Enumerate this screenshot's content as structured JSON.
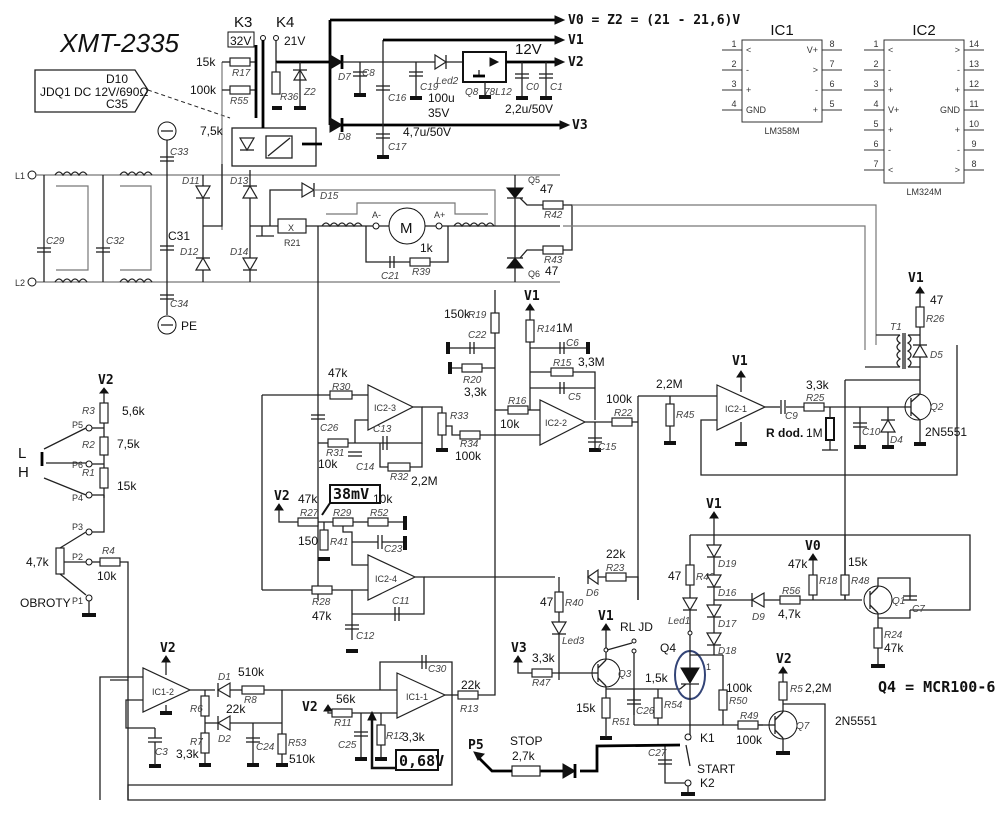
{
  "title": "XMT-2335",
  "relay_callout": {
    "line1": "D10",
    "line2": "JDQ1 DC 12V/690Ω",
    "line3": "C35"
  },
  "rails": {
    "v0": "V0 = Z2 = (21 - 21,6)V",
    "v1": "V1",
    "v2": "V2",
    "v3": "V3",
    "v0_short": "V0",
    "v12": "12V"
  },
  "jumpers": {
    "k3": "K3",
    "k4": "K4",
    "k3_volt": "32V",
    "k4_volt": "21V"
  },
  "ic_pinouts": [
    {
      "name": "IC1",
      "part": "LM358M",
      "left_pins": [
        "1",
        "2",
        "3",
        "4"
      ],
      "left_marks": [
        "<",
        "-",
        "+",
        "GND"
      ],
      "right_pins": [
        "8",
        "7",
        "6",
        "5"
      ],
      "right_marks": [
        "V+",
        ">",
        "-",
        "+"
      ],
      "units": [
        "1",
        "2"
      ]
    },
    {
      "name": "IC2",
      "part": "LM324M",
      "left_pins": [
        "1",
        "2",
        "3",
        "4",
        "5",
        "6",
        "7"
      ],
      "left_marks": [
        "<",
        "-",
        "+",
        "V+",
        "+",
        "-",
        "<"
      ],
      "right_pins": [
        "14",
        "13",
        "12",
        "11",
        "10",
        "9",
        "8"
      ],
      "right_marks": [
        ">",
        "-",
        "+",
        "GND",
        "+",
        "-",
        ">"
      ],
      "units": [
        "1",
        "4",
        "2",
        "3"
      ]
    }
  ],
  "power_section": {
    "labels": {
      "r17": "R17",
      "r17v": "15k",
      "r55": "R55",
      "r55v": "100k",
      "r36": "R36",
      "r36v": "7,5k",
      "z2": "Z2",
      "d7": "D7",
      "d8": "D8",
      "c8": "C8",
      "c16": "C16",
      "c17": "C17",
      "c17v": "4,7u/50V",
      "c19": "C19",
      "c19v1": "100u",
      "c19v2": "35V",
      "led2": "Led2",
      "q8": "Q8",
      "reg": "78L12",
      "c0": "C0",
      "c1": "C1",
      "c0v": "2,2u/50V"
    }
  },
  "mains_section": {
    "labels": {
      "l1": "L1",
      "l2": "L2",
      "pe": "PE",
      "c29": "C29",
      "c32": "C32",
      "c31": "C31",
      "c33": "C33",
      "c34": "C34",
      "d11": "D11",
      "d12": "D12",
      "d13": "D13",
      "d14": "D14",
      "d15": "D15",
      "r21": "R21",
      "r21x": "X",
      "motor": "M",
      "a_minus": "A-",
      "a_plus": "A+",
      "c21": "C21",
      "r39": "R39",
      "r39v": "1k",
      "q5": "Q5",
      "q6": "Q6",
      "r42": "R42",
      "r43": "R43",
      "r42v": "47",
      "r43v": "47"
    }
  },
  "speed_section": {
    "labels": {
      "r3": "R3",
      "r3v": "5,6k",
      "r2": "R2",
      "r2v": "7,5k",
      "r1": "R1",
      "r1v": "15k",
      "p1": "P1",
      "p2": "P2",
      "p3": "P3",
      "p4": "P4",
      "p5": "P5",
      "p6": "P6",
      "l": "L",
      "h": "H",
      "pot": "4,7k",
      "r4": "R4",
      "r4v": "10k",
      "obroty": "OBROTY"
    }
  },
  "amp_section": {
    "labels": {
      "r30": "R30",
      "r30v": "47k",
      "c26a": "C26",
      "r31": "R31",
      "r31v": "10k",
      "c14": "C14",
      "c13": "C13",
      "r32": "R32",
      "r32v": "2,2M",
      "ic23": "IC2-3",
      "r33": "R33",
      "r34": "R34",
      "r34v": "100k",
      "r19": "R19",
      "r19v": "150k",
      "c22": "C22",
      "r20": "R20",
      "r20v": "3,3k",
      "r16": "R16",
      "r16v": "10k",
      "r14": "R14",
      "r14v": "1M",
      "c6": "C6",
      "r15": "R15",
      "r15v": "3,3M",
      "c5": "C5",
      "ic22": "IC2-2",
      "c15": "C15",
      "r22": "R22",
      "r22v": "100k",
      "r45": "R45",
      "r45v": "2,2M",
      "ic21": "IC2-1",
      "c9": "C9",
      "r25": "R25",
      "r25v": "3,3k",
      "rdod": "R dod.",
      "rdodv": "1M",
      "c10": "C10",
      "d4": "D4",
      "q2": "Q2",
      "q2p": "2N5551",
      "t1": "T1",
      "r26": "R26",
      "r26v": "47",
      "d5": "D5"
    }
  },
  "ref_section": {
    "labels": {
      "r27": "R27",
      "r27v": "47k",
      "r29": "R29",
      "r52": "R52",
      "r52v": "10k",
      "r41": "R41",
      "r41v": "150",
      "c23": "C23",
      "ic24": "IC2-4",
      "r28": "R28",
      "r28v": "47k",
      "c11": "C11",
      "c12": "C12",
      "note": "38mV"
    }
  },
  "protect_section": {
    "labels": {
      "r23": "R23",
      "r23v": "22k",
      "d6": "D6",
      "r40": "R40",
      "r40v": "47",
      "led3": "Led3",
      "r47": "R47",
      "r47v": "3,3k",
      "q3": "Q3",
      "rljd": "RL JD",
      "r51": "R51",
      "r51v": "15k",
      "c26": "C26",
      "r54": "R54",
      "r54v": "1,5k",
      "q4": "Q4",
      "r46": "R46",
      "r46v": "47",
      "led1": "Led1",
      "d19": "D19",
      "d16": "D16",
      "d17": "D17",
      "d18": "D18",
      "d9": "D9",
      "r56": "R56",
      "r56v": "4,7k",
      "r18": "R18",
      "r18v": "47k",
      "r48": "R48",
      "r48v": "15k",
      "q1": "Q1",
      "c7": "C7",
      "r24": "R24",
      "r24v": "47k",
      "r50": "R50",
      "r50v": "100k",
      "r49": "R49",
      "r49v": "100k",
      "r5": "R5",
      "r5v": "2,2M",
      "q7": "Q7",
      "q7p": "2N5551",
      "k1": "K1",
      "k2": "K2",
      "start": "START",
      "stop": "STOP",
      "stopv": "2,7k",
      "c27": "C27",
      "q4note": "Q4 = MCR100-6",
      "p5": "P5",
      "q4pin": "1"
    }
  },
  "softstart_section": {
    "labels": {
      "ic12": "IC1-2",
      "d1": "D1",
      "r8": "R8",
      "r8v": "510k",
      "r6": "R6",
      "r6v": "22k",
      "d2": "D2",
      "r7": "R7",
      "r7v": "3,3k",
      "c24": "C24",
      "r53": "R53",
      "r53v": "510k",
      "c3": "C3",
      "ic11": "IC1-1",
      "c30": "C30",
      "r13": "R13",
      "r13v": "22k",
      "r11": "R11",
      "r11v": "56k",
      "c25": "C25",
      "r12": "R12",
      "r12v": "3,3k",
      "note": "0,68V"
    }
  }
}
